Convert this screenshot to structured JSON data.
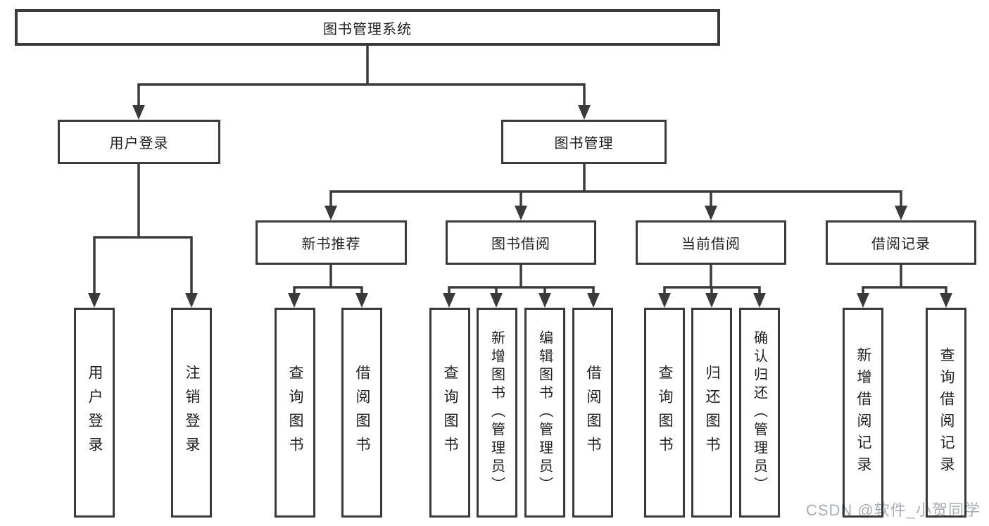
{
  "tree": {
    "root": {
      "label": "图书管理系统"
    },
    "branches": [
      {
        "label": "用户登录",
        "children": [
          {
            "label": "用户登录"
          },
          {
            "label": "注销登录"
          }
        ]
      },
      {
        "label": "图书管理",
        "children": [
          {
            "label": "新书推荐",
            "children": [
              {
                "label": "查询图书"
              },
              {
                "label": "借阅图书"
              }
            ]
          },
          {
            "label": "图书借阅",
            "children": [
              {
                "label": "查询图书"
              },
              {
                "label": "新增图书（管理员）"
              },
              {
                "label": "编辑图书（管理员）"
              },
              {
                "label": "借阅图书"
              }
            ]
          },
          {
            "label": "当前借阅",
            "children": [
              {
                "label": "查询图书"
              },
              {
                "label": "归还图书"
              },
              {
                "label": "确认归还（管理员）"
              }
            ]
          },
          {
            "label": "借阅记录",
            "children": [
              {
                "label": "新增借阅记录"
              },
              {
                "label": "查询借阅记录"
              }
            ]
          }
        ]
      }
    ]
  },
  "watermark": "CSDN @软件_小贺同学",
  "colors": {
    "line": "#3a3a3a",
    "text": "#202020",
    "watermark": "#a9adb2"
  }
}
